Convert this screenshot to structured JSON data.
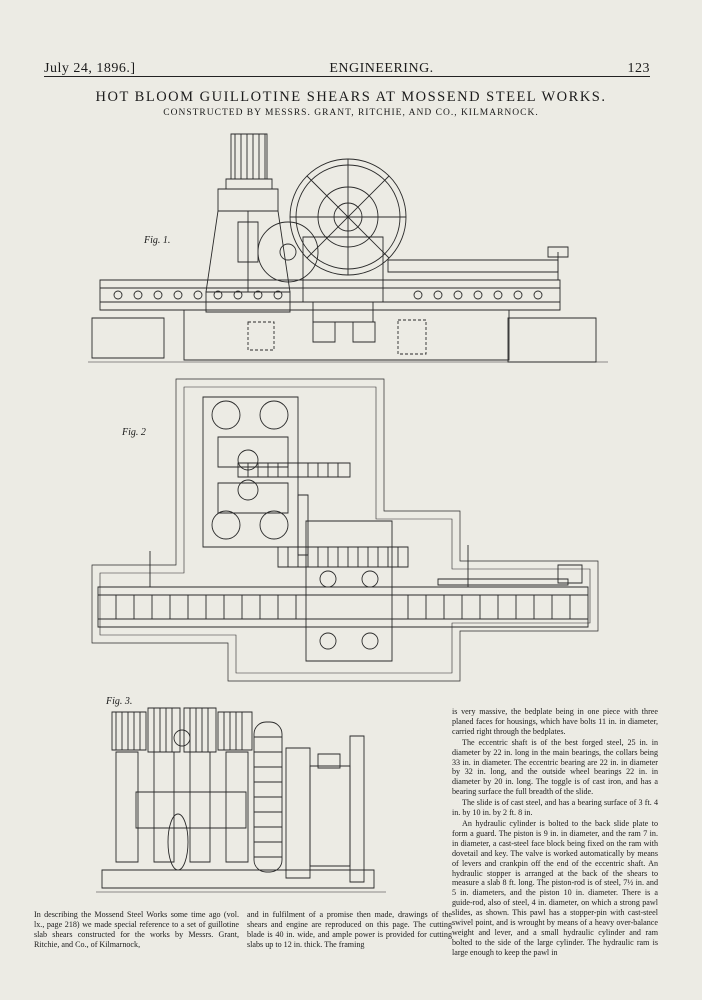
{
  "masthead": {
    "date": "July 24, 1896.]",
    "journal": "ENGINEERING.",
    "page": "123"
  },
  "article": {
    "title": "HOT BLOOM GUILLOTINE SHEARS AT MOSSEND STEEL WORKS.",
    "subtitle": "CONSTRUCTED BY MESSRS. GRANT, RITCHIE, AND CO., KILMARNOCK."
  },
  "figures": {
    "fig1": "Fig. 1.",
    "fig2": "Fig. 2",
    "fig3": "Fig. 3."
  },
  "body_right": [
    "is very massive, the bedplate being in one piece with three planed faces for housings, which have bolts 11 in. in diameter, carried right through the bedplates.",
    "The eccentric shaft is of the best forged steel, 25 in. in diameter by 22 in. long in the main bearings, the collars being 33 in. in diameter. The eccentric bearing are 22 in. in diameter by 32 in. long, and the outside wheel bearings 22 in. in diameter by 20 in. long. The toggle is of cast iron, and has a bearing surface the full breadth of the slide.",
    "The slide is of cast steel, and has a bearing surface of 3 ft. 4 in. by 10 in. by 2 ft. 8 in.",
    "An hydraulic cylinder is bolted to the back slide plate to form a guard. The piston is 9 in. in diameter, and the ram 7 in. in diameter, a cast-steel face block being fixed on the ram with dovetail and key. The valve is worked automatically by means of levers and crankpin off the end of the eccentric shaft. An hydraulic stopper is arranged at the back of the shears to measure a slab 8 ft. long. The piston-rod is of steel, 7½ in. and 5 in. diameters, and the piston 10 in. diameter. There is a guide-rod, also of steel, 4 in. diameter, on which a strong pawl slides, as shown. This pawl has a stopper-pin with cast-steel swivel point, and is wrought by means of a heavy over-balance weight and lever, and a small hydraulic cylinder and ram bolted to the side of the large cylinder. The hydraulic ram is large enough to keep the pawl in"
  ],
  "body_bottom": [
    "In describing the Mossend Steel Works some time ago (vol. lx., page 218) we made special reference to a set of guillotine slab shears constructed for the works by Messrs. Grant, Ritchie, and Co., of Kilmarnock,",
    "and in fulfilment of a promise then made, drawings of the shears and engine are reproduced on this page. The cutting blade is 40 in. wide, and ample power is provided for cutting slabs up to 12 in. thick. The framing"
  ]
}
